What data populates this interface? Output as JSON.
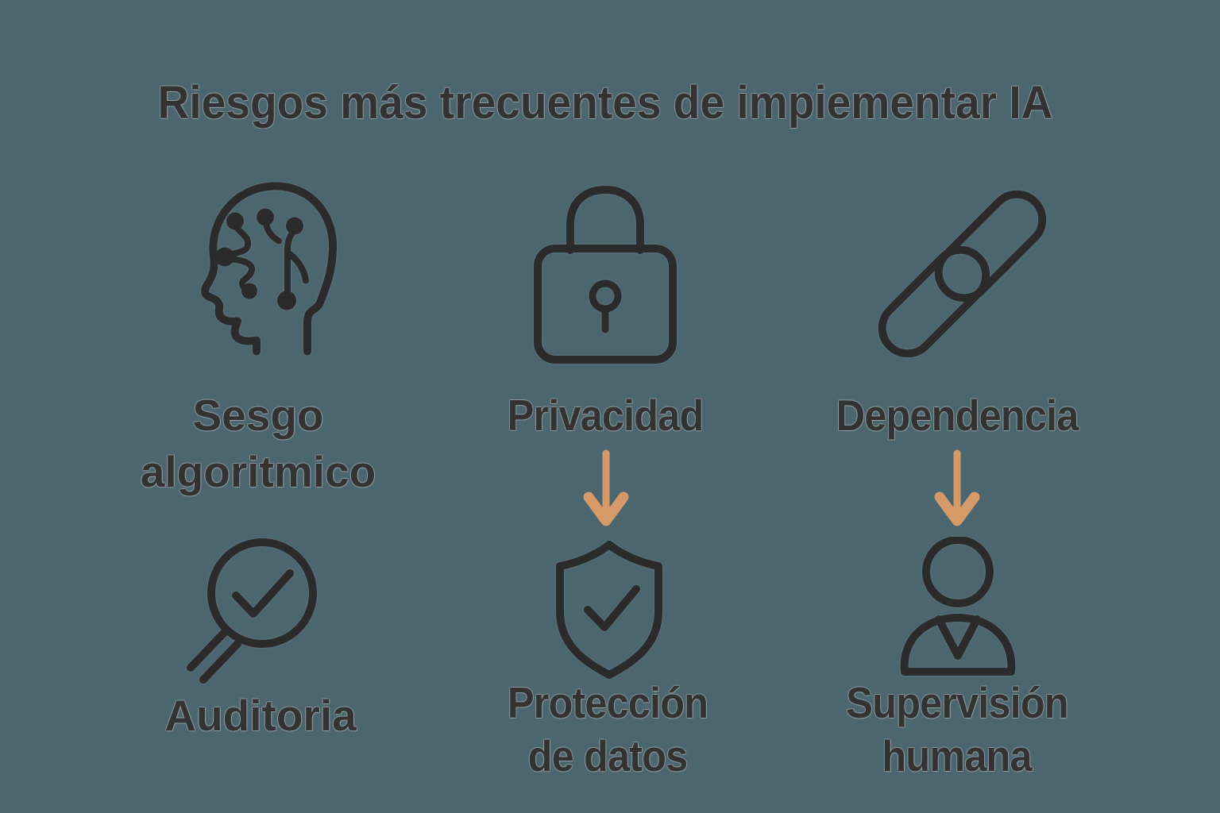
{
  "title": "Riesgos más trecuentes de impiementar IA",
  "colors": {
    "background": "#4c666f",
    "icon_stroke": "#2b2b2b",
    "text": "#333333",
    "arrow": "#d59a68"
  },
  "items": {
    "sesgo": {
      "icon": "brain-circuit-head-icon",
      "line1": "Sesgo",
      "line2": "algoritmico"
    },
    "privacidad": {
      "icon": "padlock-icon",
      "label": "Privacidad"
    },
    "dependencia": {
      "icon": "chain-link-icon",
      "label": "Dependencia"
    },
    "auditoria": {
      "icon": "magnifier-check-icon",
      "label": "Auditoria"
    },
    "proteccion": {
      "icon": "shield-check-icon",
      "line1": "Protección",
      "line2": "de datos"
    },
    "supervision": {
      "icon": "person-icon",
      "line1": "Supervisión",
      "line2": "humana"
    }
  },
  "arrows": [
    {
      "from": "Privacidad",
      "to": "Protección de datos",
      "direction": "down"
    },
    {
      "from": "Dependencia",
      "to": "Supervisión humana",
      "direction": "down"
    }
  ]
}
